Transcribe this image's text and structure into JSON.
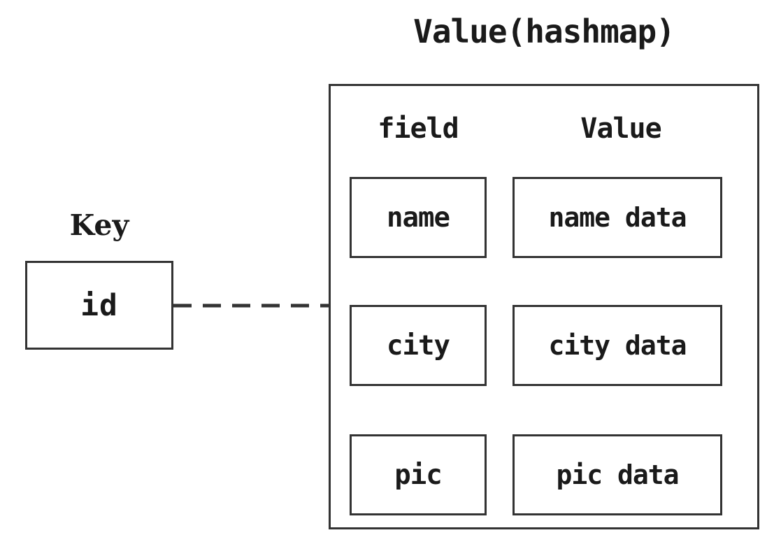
{
  "diagram": {
    "title": "Value(hashmap)",
    "key_section": {
      "label": "Key",
      "box_value": "id"
    },
    "connector": {
      "style": "dashed",
      "color": "#333333"
    },
    "hashmap": {
      "column_headers": {
        "field": "field",
        "value": "Value"
      },
      "rows": [
        {
          "field": "name",
          "value": "name data"
        },
        {
          "field": "city",
          "value": "city data"
        },
        {
          "field": "pic",
          "value": "pic data"
        }
      ]
    },
    "colors": {
      "background": "#ffffff",
      "stroke": "#333333",
      "text": "#1a1a1a"
    }
  }
}
